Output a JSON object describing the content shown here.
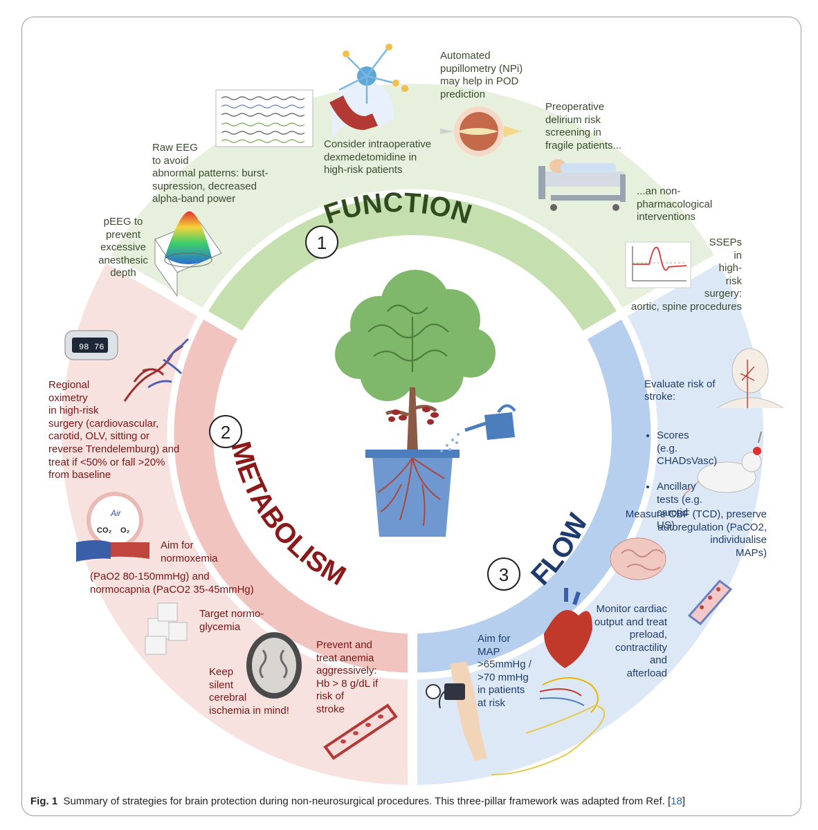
{
  "pillars": {
    "function": {
      "number": "1",
      "title": "FUNCTION"
    },
    "metabolism": {
      "number": "2",
      "title": "METABOLISM"
    },
    "flow": {
      "number": "3",
      "title": "FLOW"
    }
  },
  "function_notes": {
    "peeg": "pEEG to\nprevent\nexcessive\nanesthesic\ndepth",
    "raw_eeg": "Raw EEG\nto avoid\nabnormal patterns: burst-\nsupression, decreased\nalpha-band power",
    "dexmedetomidine": "Consider intraoperative\ndexmedetomidine in\nhigh-risk patients",
    "pupillometry": "Automated\npupillometry (NPi)\nmay help in POD\nprediction",
    "delirium": "Preoperative\ndelirium risk\nscreening in\nfragile patients...",
    "nonpharm": "...an non-\npharmacological\ninterventions",
    "sseps": "SSEPs\nin\nhigh-\nrisk\nsurgery:\naortic, spine procedures"
  },
  "metabolism_notes": {
    "oximetry": "Regional\noximetry\n in high-risk\nsurgery (cardiovascular,\ncarotid, OLV, sitting or\nreverse Trendelemburg) and\ntreat if <50% or fall >20%\nfrom baseline",
    "oximeter_display_a": "98",
    "oximeter_display_b": "76",
    "air_label": "Air",
    "co2_label": "CO₂",
    "o2_label": "O₂",
    "normoxemia": "Aim for\nnormoxemia",
    "normocapnia": "(PaO2 80-150mmHg) and\nnormocapnia (PaCO2 35-45mmHg)",
    "glycemia": "Target normo-\nglycemia",
    "ischemia": "Keep\nsilent\ncerebral\nischemia in mind!",
    "anemia": "Prevent and\ntreat anemia\naggressively:\nHb > 8 g/dL if\nrisk of\nstroke"
  },
  "flow_notes": {
    "stroke_title": "Evaluate risk of\nstroke:",
    "stroke_bullets": [
      "Scores\n(e.g.\nCHADsVasc)",
      "Ancillary\ntests (e.g.\ncarotid\nUS)"
    ],
    "cbf": "Measure CBF (TCD), preserve\nautoregulation (PaCO2,\nindividualise\nMAPs)",
    "cardiac": "Monitor cardiac\noutput and treat\npreload,\ncontractility\nand\nafterload",
    "map": "Aim for\nMAP\n>65mmHg /\n>70 mmHg\nin patients\nat risk"
  },
  "caption": {
    "label": "Fig. 1",
    "text": "Summary of strategies for brain protection during non-neurosurgical procedures. This three-pillar framework was adapted from Ref. [",
    "ref": "18",
    "close": "]"
  },
  "colors": {
    "function_outer": "#e6f0dc",
    "function_inner": "#c5e0ae",
    "function_text": "#2f4a1f",
    "metabolism_outer": "#f8e2e0",
    "metabolism_inner": "#f2c4c0",
    "metabolism_text": "#8a1a1a",
    "flow_outer": "#dde8f6",
    "flow_inner": "#b7cfee",
    "flow_text": "#1e3a6e"
  }
}
